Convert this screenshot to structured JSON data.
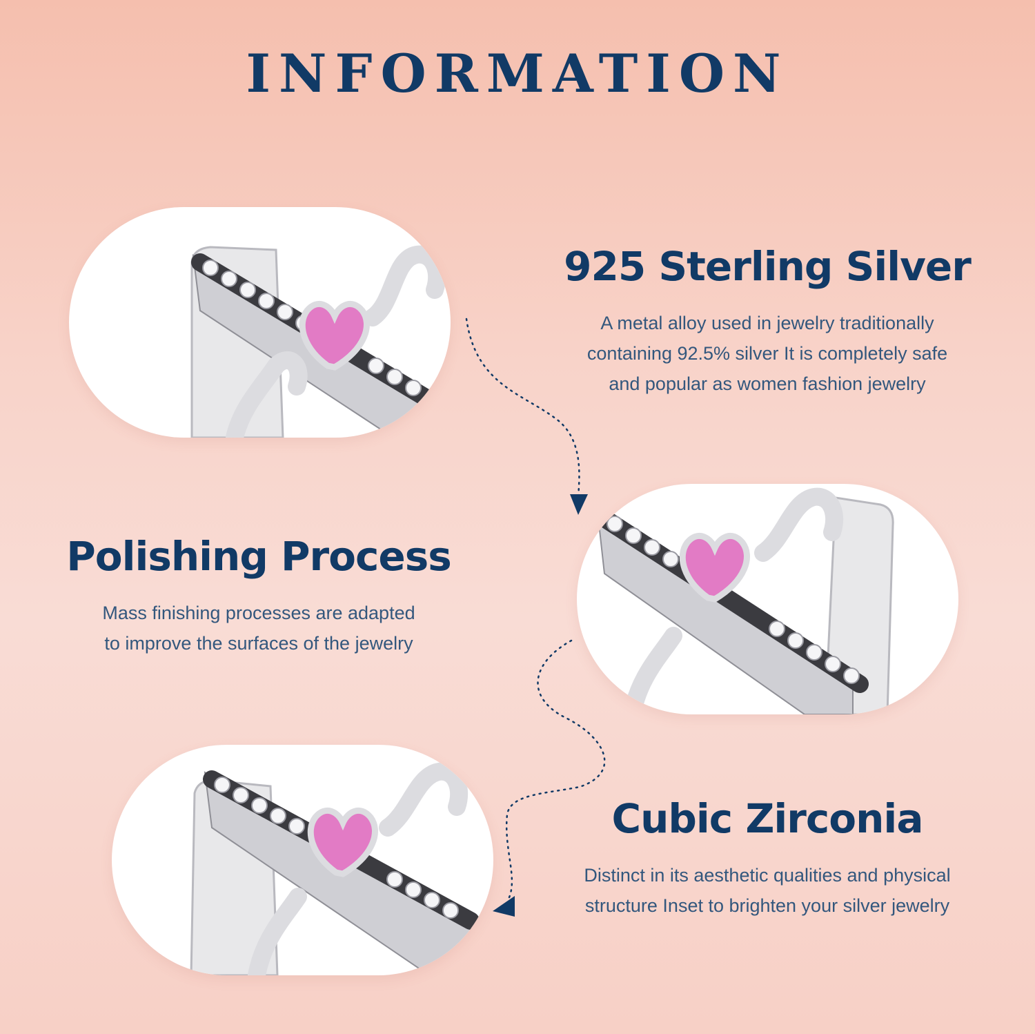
{
  "page": {
    "title": "INFORMATION",
    "accent_color": "#113a66",
    "background_color": "#f8d3c9"
  },
  "features": [
    {
      "heading": "925 Sterling Silver",
      "desc_lines": [
        "A metal alloy used in jewelry traditionally",
        "containing 92.5% silver It is completely safe",
        "and popular as women fashion jewelry"
      ],
      "icon": "ring-closeup-image"
    },
    {
      "heading": "Polishing Process",
      "desc_lines": [
        "Mass finishing processes are adapted",
        "to improve the surfaces of the jewelry"
      ],
      "icon": "ring-closeup-image"
    },
    {
      "heading": "Cubic Zirconia",
      "desc_lines": [
        "Distinct in its aesthetic qualities and physical",
        "structure Inset to brighten your silver jewelry"
      ],
      "icon": "ring-closeup-image"
    }
  ]
}
